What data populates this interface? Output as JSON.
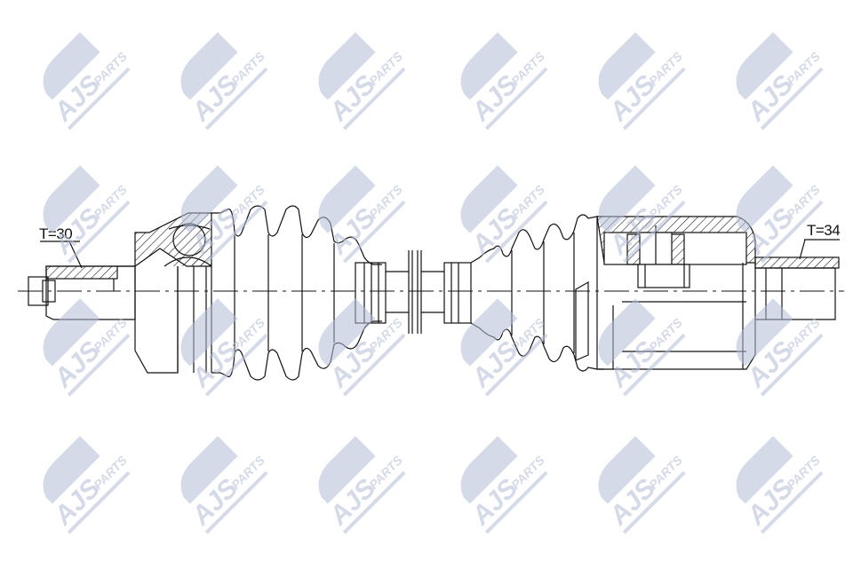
{
  "drawing": {
    "title": "Drive shaft technical drawing",
    "left_label": "T=30",
    "right_label": "T=34",
    "line_color": "#111111",
    "hatch_color": "#222222"
  },
  "watermark": {
    "text_main": "AJS",
    "text_sub": "PARTS",
    "color": "#b4bdd6",
    "opacity": 0.55,
    "columns_x": [
      90,
      245,
      400,
      560,
      715,
      870
    ],
    "rows_y": [
      90,
      240,
      390,
      545
    ]
  }
}
